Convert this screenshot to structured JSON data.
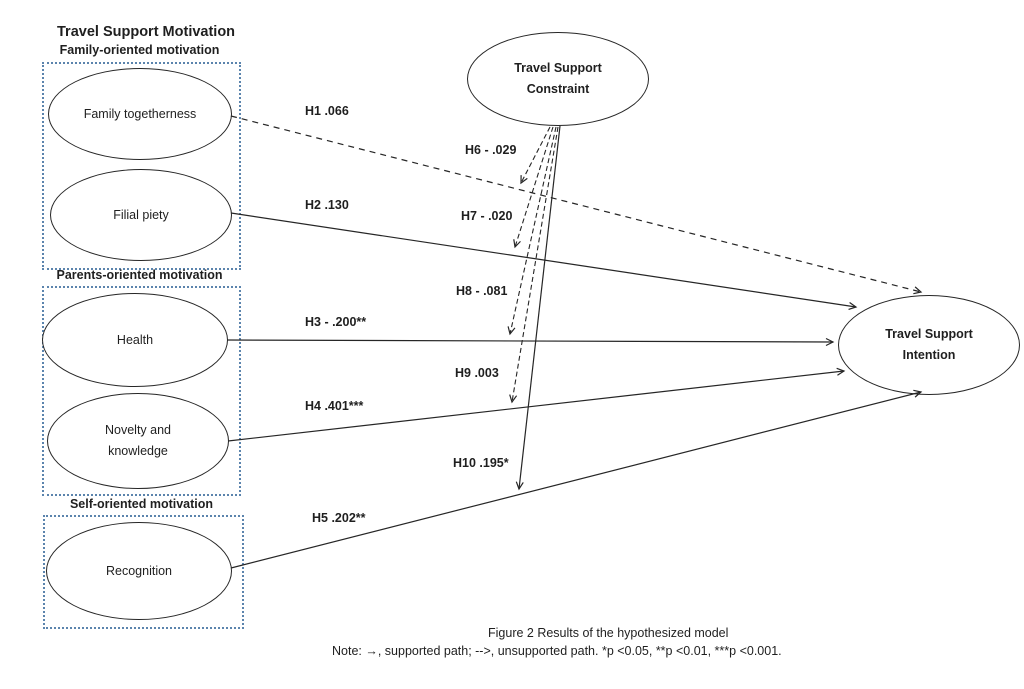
{
  "figure": {
    "title": "Travel Support Motivation",
    "caption": "Figure 2 Results of the hypothesized model",
    "note": "Note: →, supported path;  -->, unsupported path. *p <0.05, **p <0.01, ***p <0.001."
  },
  "groups": {
    "family": {
      "label": "Family-oriented motivation"
    },
    "parents": {
      "label": "Parents-oriented motivation"
    },
    "self": {
      "label": "Self-oriented motivation"
    }
  },
  "nodes": {
    "family_togetherness": {
      "label": "Family togetherness"
    },
    "filial_piety": {
      "label": "Filial piety"
    },
    "health": {
      "label": "Health"
    },
    "novelty_knowledge": {
      "line1": "Novelty and",
      "line2": "knowledge"
    },
    "recognition": {
      "label": "Recognition"
    },
    "constraint": {
      "line1": "Travel Support",
      "line2": "Constraint"
    },
    "intention": {
      "line1": "Travel Support",
      "line2": "Intention"
    }
  },
  "paths": {
    "h1": {
      "label": "H1 .066",
      "type": "unsupported"
    },
    "h2": {
      "label": "H2 .130",
      "type": "supported"
    },
    "h3": {
      "label": "H3 - .200**",
      "type": "supported"
    },
    "h4": {
      "label": "H4 .401***",
      "type": "supported"
    },
    "h5": {
      "label": "H5 .202**",
      "type": "supported"
    },
    "h6": {
      "label": "H6 - .029",
      "type": "unsupported"
    },
    "h7": {
      "label": "H7 - .020",
      "type": "unsupported"
    },
    "h8": {
      "label": "H8 - .081",
      "type": "unsupported"
    },
    "h9": {
      "label": "H9 .003",
      "type": "unsupported"
    },
    "h10": {
      "label": "H10 .195*",
      "type": "supported"
    }
  },
  "colors": {
    "group_box_border": "#5b84ad",
    "line": "#262626"
  }
}
